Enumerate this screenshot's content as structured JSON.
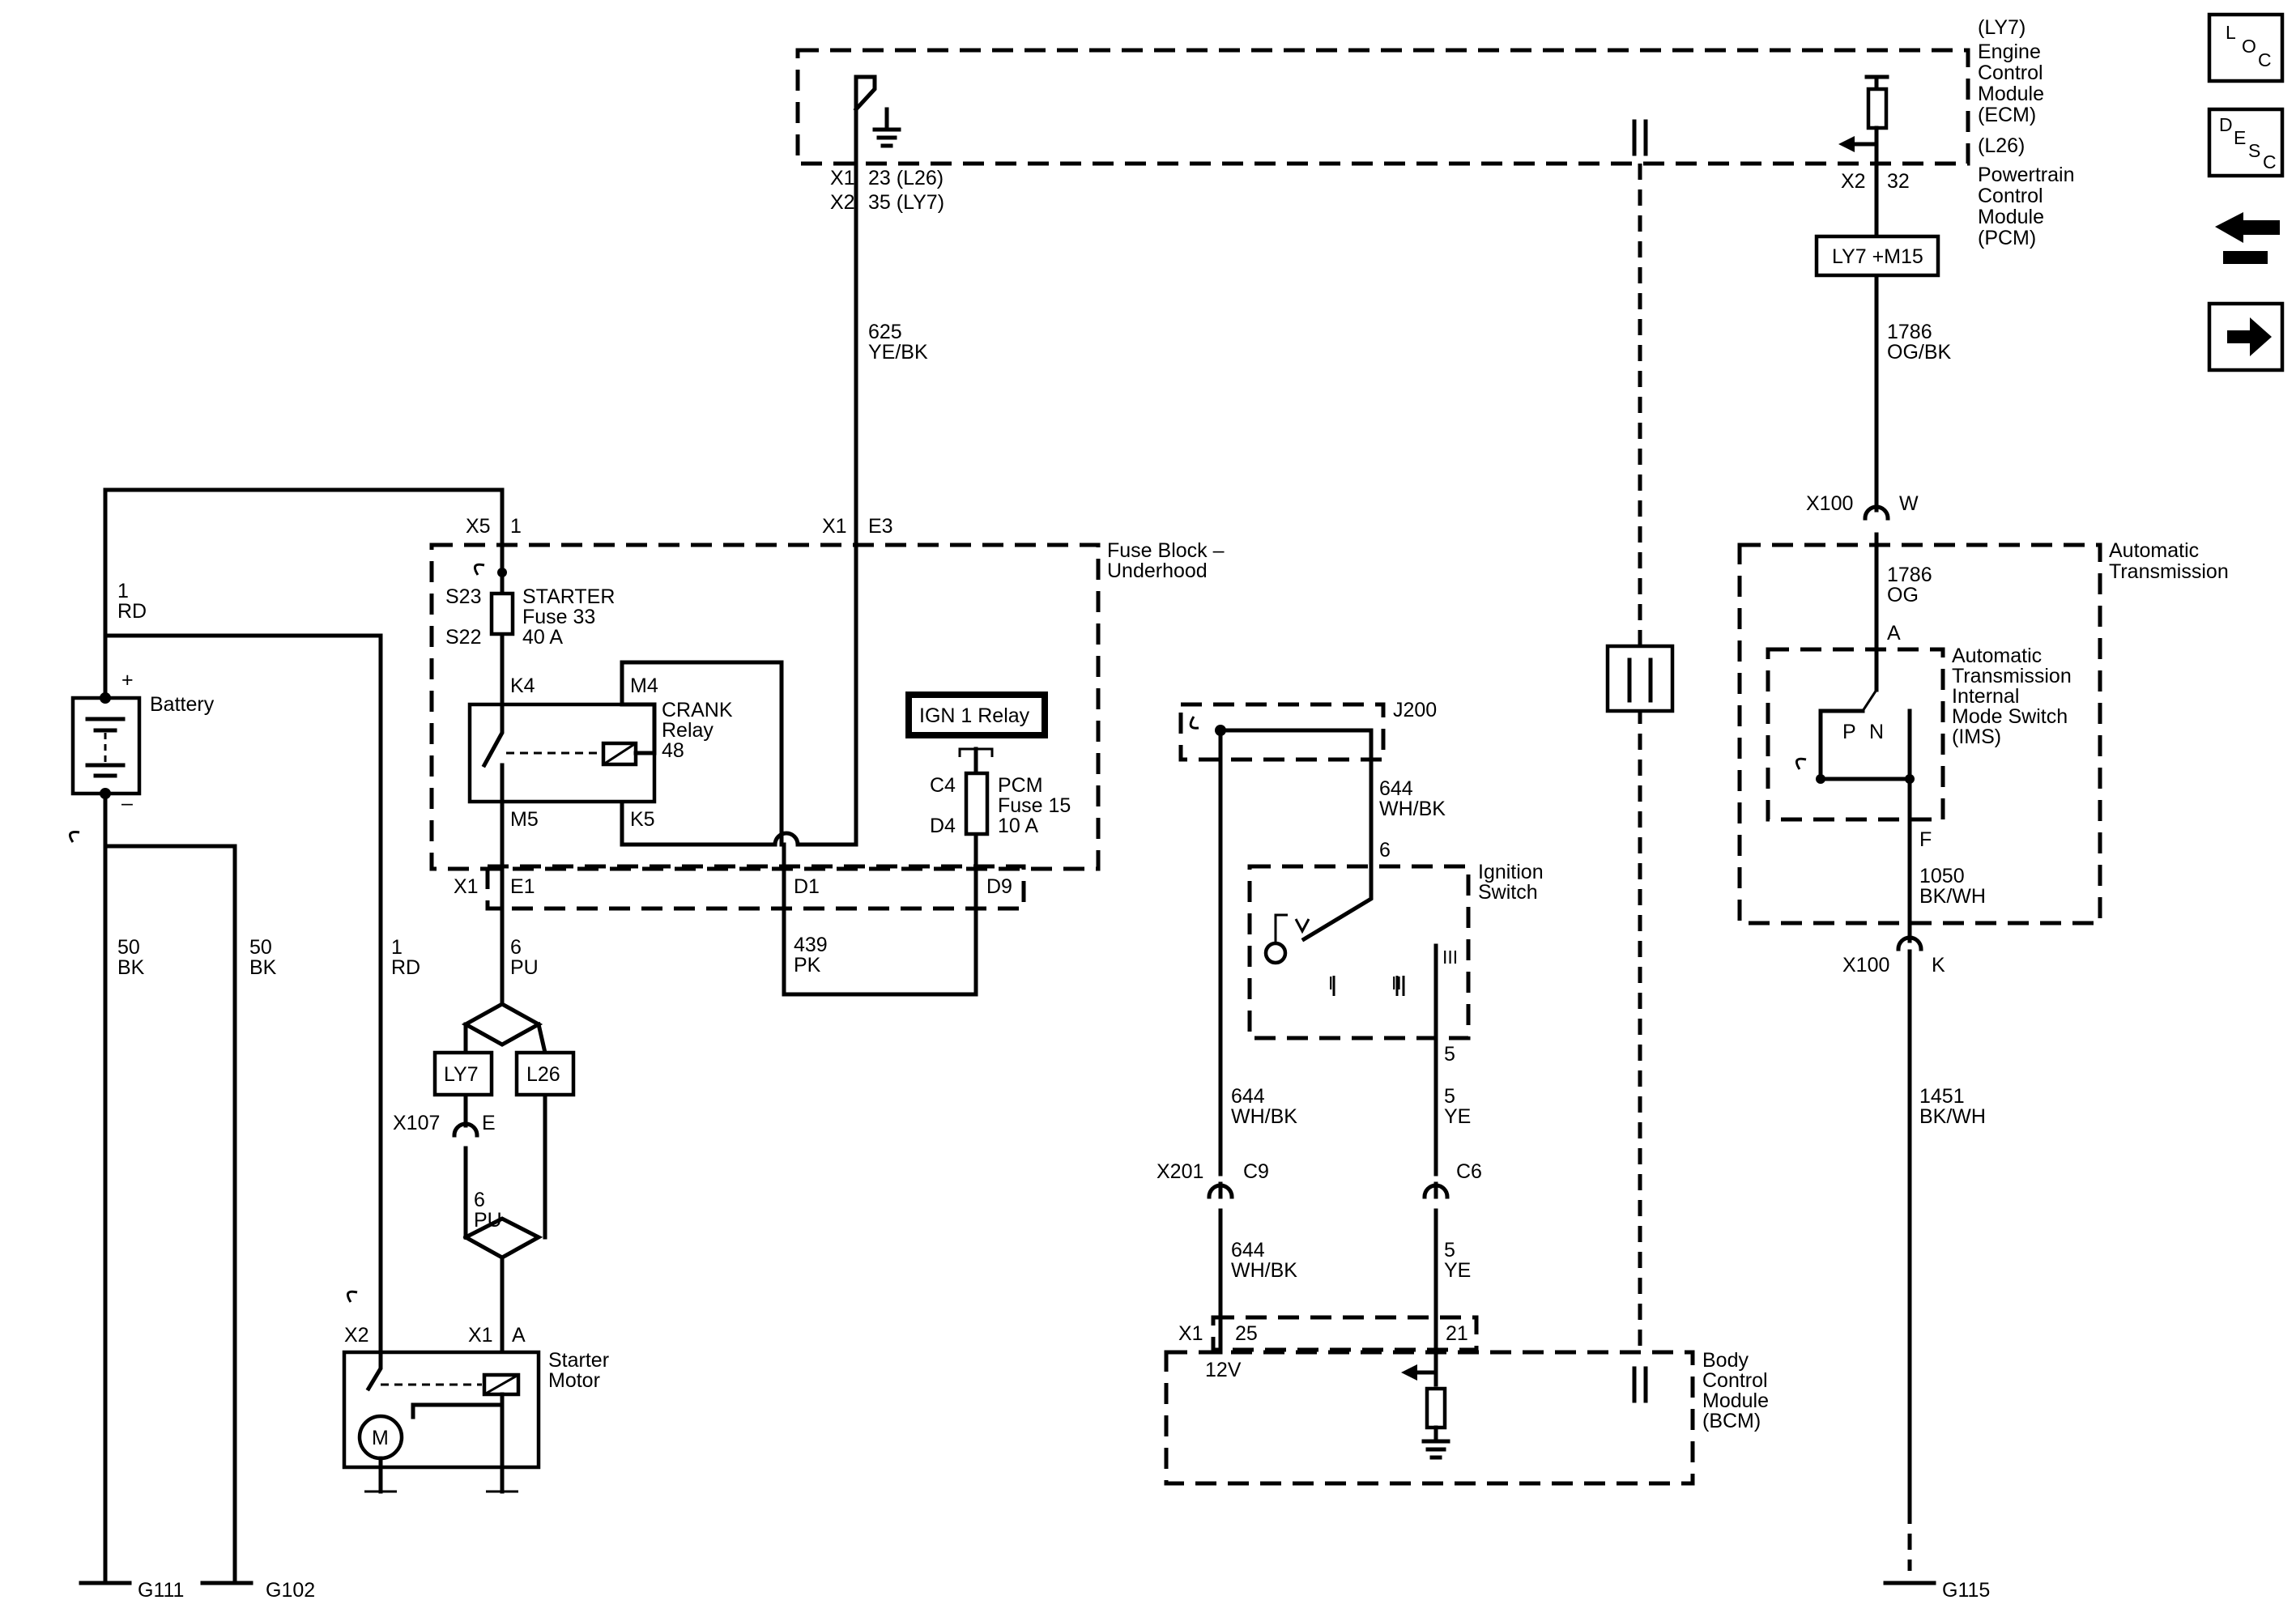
{
  "modules": {
    "ecm": {
      "option": "(LY7)",
      "line1": "Engine",
      "line2": "Control",
      "line3": "Module",
      "abbr": "(ECM)"
    },
    "pcm": {
      "option": "(L26)",
      "line1": "Powertrain",
      "line2": "Control",
      "line3": "Module",
      "abbr": "(PCM)"
    },
    "fuse_block": {
      "line1": "Fuse Block –",
      "line2": "Underhood"
    },
    "auto_trans": {
      "line1": "Automatic",
      "line2": "Transmission"
    },
    "ims": {
      "line1": "Automatic",
      "line2": "Transmission",
      "line3": "Internal",
      "line4": "Mode Switch",
      "abbr": "(IMS)"
    },
    "ignition": {
      "line1": "Ignition",
      "line2": "Switch"
    },
    "bcm": {
      "line1": "Body",
      "line2": "Control",
      "line3": "Module",
      "abbr": "(BCM)"
    },
    "battery": "Battery",
    "starter": {
      "line1": "Starter",
      "line2": "Motor"
    },
    "crank_relay": {
      "line1": "CRANK",
      "line2": "Relay",
      "line3": "48"
    },
    "starter_fuse": {
      "line1": "STARTER",
      "line2": "Fuse 33",
      "line3": "40 A"
    },
    "pcm_fuse": {
      "line1": "PCM",
      "line2": "Fuse 15",
      "line3": "10 A"
    },
    "ign_relay": "IGN 1 Relay"
  },
  "side_icons": {
    "loc": {
      "l": "L",
      "o": "O",
      "c": "C"
    },
    "desc": {
      "d": "D",
      "e": "E",
      "s": "S",
      "c": "C"
    },
    "items": [
      "loc-icon",
      "desc-icon",
      "repair-icon",
      "next-arrow-icon"
    ]
  },
  "connectors": {
    "x1": "X1",
    "x2": "X2",
    "x5": "X5",
    "x100": "X100",
    "x107": "X107",
    "x201": "X201",
    "j200": "J200",
    "ecm_pin_l26": "23 (L26)",
    "ecm_pin_ly7": "35 (LY7)",
    "pin_32": "32",
    "pin_1": "1",
    "pin_e3": "E3",
    "pin_w": "W",
    "pin_a": "A",
    "pin_f": "F",
    "pin_k": "K",
    "pin_e": "E",
    "pin_c9": "C9",
    "pin_c6": "C6",
    "pin_25": "25",
    "pin_21": "21",
    "pin_e1": "E1",
    "pin_d1": "D1",
    "pin_d9": "D9",
    "pin_c4": "C4",
    "pin_d4": "D4",
    "s23": "S23",
    "s22": "S22",
    "k4": "K4",
    "m4": "M4",
    "m5": "M5",
    "k5": "K5",
    "ign_pin_6": "6",
    "ign_pin_5": "5",
    "ign_pos_1": "I",
    "ign_pos_2": "II",
    "ign_pos_3": "III",
    "ims_p": "P",
    "ims_n": "N",
    "bcm_12v": "12V"
  },
  "options": {
    "ly7": "LY7",
    "l26": "L26",
    "ly7_m15": "LY7 +M15"
  },
  "wires": {
    "w625": {
      "num": "625",
      "color": "YE/BK"
    },
    "w1786a": {
      "num": "1786",
      "color": "OG/BK"
    },
    "w1786b": {
      "num": "1786",
      "color": "OG"
    },
    "w1050": {
      "num": "1050",
      "color": "BK/WH"
    },
    "w1451": {
      "num": "1451",
      "color": "BK/WH"
    },
    "w1rd_a": {
      "num": "1",
      "color": "RD"
    },
    "w1rd_b": {
      "num": "1",
      "color": "RD"
    },
    "w50a": {
      "num": "50",
      "color": "BK"
    },
    "w50b": {
      "num": "50",
      "color": "BK"
    },
    "w6pu_a": {
      "num": "6",
      "color": "PU"
    },
    "w6pu_b": {
      "num": "6",
      "color": "PU"
    },
    "w439": {
      "num": "439",
      "color": "PK"
    },
    "w644a": {
      "num": "644",
      "color": "WH/BK"
    },
    "w644b": {
      "num": "644",
      "color": "WH/BK"
    },
    "w644c": {
      "num": "644",
      "color": "WH/BK"
    },
    "w5a": {
      "num": "5",
      "color": "YE"
    },
    "w5b": {
      "num": "5",
      "color": "YE"
    }
  },
  "grounds": {
    "g111": "G111",
    "g102": "G102",
    "g115": "G115"
  },
  "symbols": {
    "motor": "M",
    "plus": "+",
    "minus": "–"
  }
}
